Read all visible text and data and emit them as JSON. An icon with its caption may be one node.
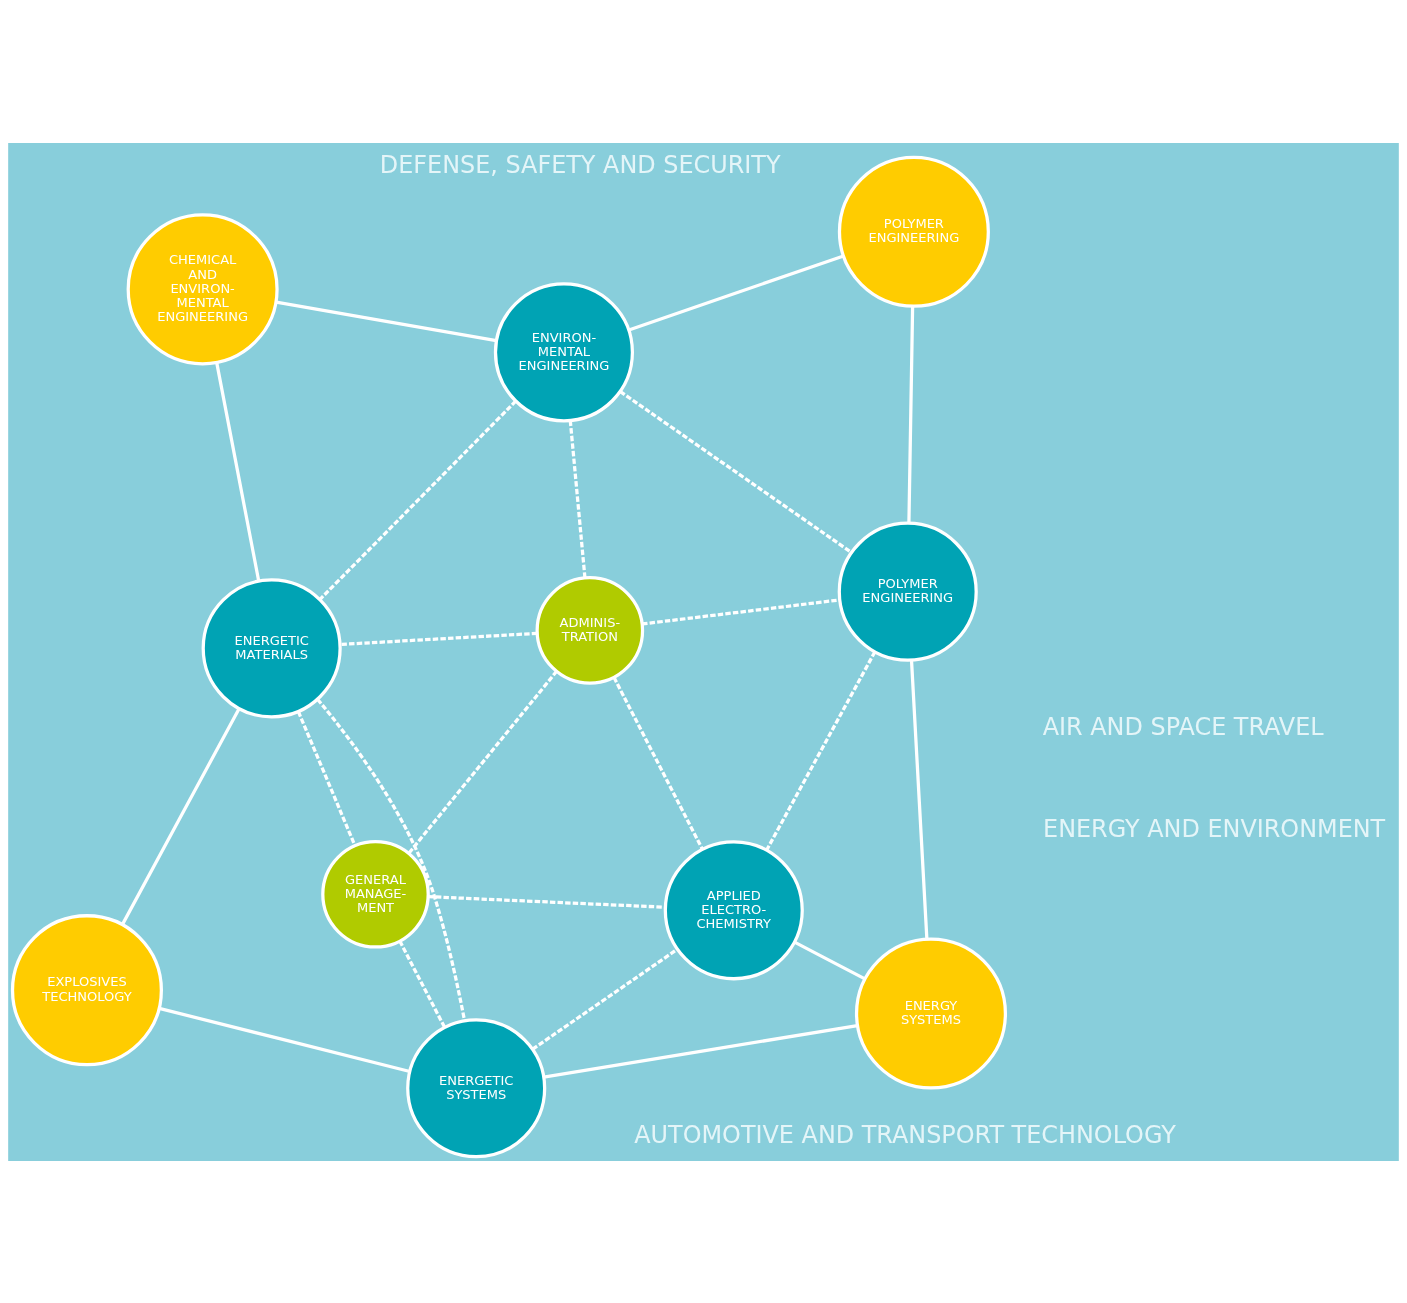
{
  "diagram": {
    "nodes": [
      {
        "text": [
          "CHEMICAL AND ENVIRON- MENTAL ENGINEERING"
        ]
      },
      {
        "text": [
          "EXPLOSIVES TECHNOLOGY"
        ]
      },
      {
        "text": [
          "ENERGETIC MATERIALS"
        ]
      },
      {
        "text": [
          "ENVIRON- MENTAL ENGINEERING"
        ]
      },
      {
        "text": [
          "ADMINIS- TRATION"
        ]
      },
      {
        "text": [
          "GENERAL MANAGE- MENT"
        ]
      },
      {
        "text": [
          "ENERGETIC SYSTEMS"
        ]
      },
      {
        "text": [
          "POLYMER ENGINEERING"
        ]
      },
      {
        "text": [
          "POLYMER ENGINEERING"
        ]
      },
      {
        "text": [
          "APPLIED ELECTRO- CHEMISTRY"
        ]
      },
      {
        "text": [
          "ENERGY SYSTEMS"
        ]
      }
    ],
    "edges": [
      {
        "from": 0,
        "to": 2,
        "arrow": "none"
      },
      {
        "from": 0,
        "to": 3,
        "arrow": "none"
      },
      {
        "from": 2,
        "to": 1,
        "arrow": "none"
      },
      {
        "from": 1,
        "to": 6,
        "arrow": "none"
      },
      {
        "from": 3,
        "to": 7,
        "arrow": "none"
      },
      {
        "from": 7,
        "to": 8,
        "arrow": "none"
      },
      {
        "from": 8,
        "to": 10,
        "arrow": "none"
      },
      {
        "from": 9,
        "to": 10,
        "arrow": "none"
      },
      {
        "from": 6,
        "to": 10,
        "arrow": "none"
      },
      {
        "from": 3,
        "to": 2,
        "arrow": "none",
        "style": "dashed"
      },
      {
        "from": 3,
        "to": 4,
        "arrow": "none",
        "style": "dashed"
      },
      {
        "from": 4,
        "to": 2,
        "arrow": "none",
        "style": "dashed"
      },
      {
        "from": 2,
        "to": 5,
        "arrow": "none",
        "style": "dashed"
      },
      {
        "from": 2,
        "to": 6,
        "arrow": "none",
        "style": "dashed"
      },
      {
        "from": 3,
        "to": 8,
        "arrow": "none",
        "style": "dashed"
      },
      {
        "from": 4,
        "to": 5,
        "arrow": "none",
        "style": "dashed"
      },
      {
        "from": 4,
        "to": 8,
        "arrow": "none",
        "style": "dashed"
      },
      {
        "from": 4,
        "to": 9,
        "arrow": "none",
        "style": "dashed"
      },
      {
        "from": 5,
        "to": 6,
        "arrow": "none",
        "style": "dashed"
      },
      {
        "from": 5,
        "to": 9,
        "arrow": "none",
        "style": "dashed"
      },
      {
        "from": 6,
        "to": 9,
        "arrow": "none",
        "style": "dashed"
      },
      {
        "from": 8,
        "to": 9,
        "arrow": "none",
        "style": "dashed"
      }
    ],
    "labels": [
      "DEFENSE, SAFETY AND SECURITY",
      "AIR AND SPACE TRAVEL",
      "ENERGY AND ENVIRONMENT",
      "AUTOMOTIVE AND TRANSPORT TECHNOLOGY"
    ]
  }
}
